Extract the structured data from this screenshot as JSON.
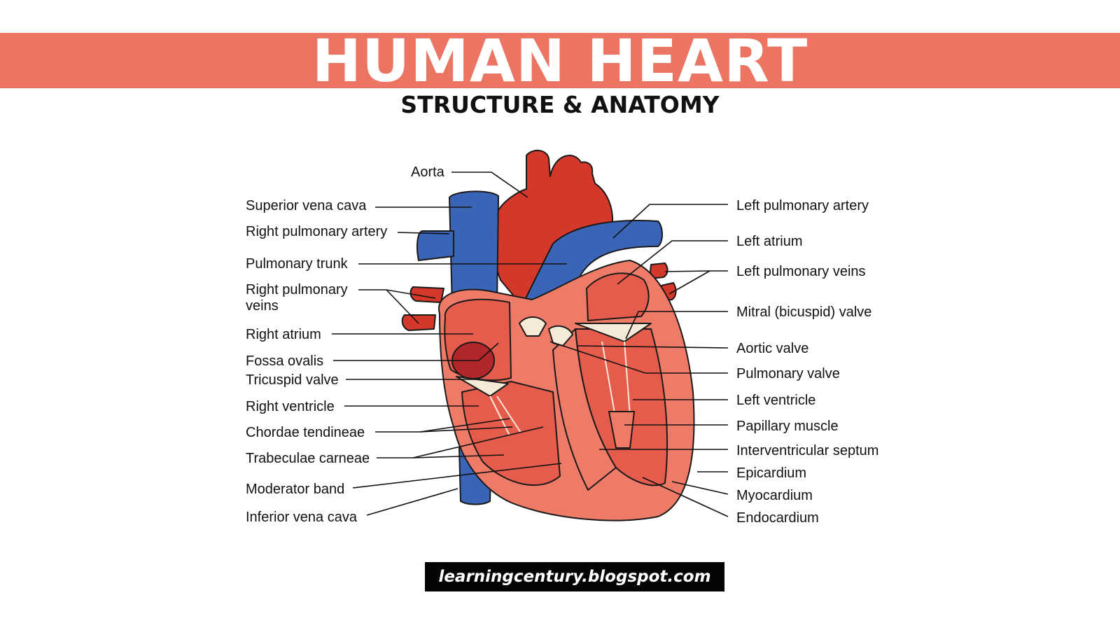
{
  "header": {
    "title": "HUMAN HEART",
    "subtitle": "STRUCTURE & ANATOMY",
    "banner_color": "#ec7462"
  },
  "diagram": {
    "labels_left": {
      "aorta": "Aorta",
      "superior_vena_cava": "Superior vena cava",
      "right_pulmonary_artery": "Right pulmonary artery",
      "pulmonary_trunk": "Pulmonary trunk",
      "right_pulmonary_veins_1": "Right pulmonary",
      "right_pulmonary_veins_2": "veins",
      "right_atrium": "Right atrium",
      "fossa_ovalis": "Fossa ovalis",
      "tricuspid_valve": "Tricuspid valve",
      "right_ventricle": "Right ventricle",
      "chordae_tendineae": "Chordae tendineae",
      "trabeculae_carneae": "Trabeculae carneae",
      "moderator_band": "Moderator band",
      "inferior_vena_cava": "Inferior vena cava"
    },
    "labels_right": {
      "left_pulmonary_artery": "Left pulmonary artery",
      "left_atrium": "Left atrium",
      "left_pulmonary_veins": "Left pulmonary veins",
      "mitral_valve": "Mitral (bicuspid) valve",
      "aortic_valve": "Aortic valve",
      "pulmonary_valve": "Pulmonary valve",
      "left_ventricle": "Left ventricle",
      "papillary_muscle": "Papillary muscle",
      "interventricular_septum": "Interventricular septum",
      "epicardium": "Epicardium",
      "myocardium": "Myocardium",
      "endocardium": "Endocardium"
    },
    "colors": {
      "artery_red": "#d4382a",
      "vein_blue": "#3a64b6",
      "muscle": "#ee7b68",
      "chamber": "#e65c4c",
      "valve": "#f5ead7"
    }
  },
  "footer": {
    "text": "learningcentury.blogspot.com"
  }
}
